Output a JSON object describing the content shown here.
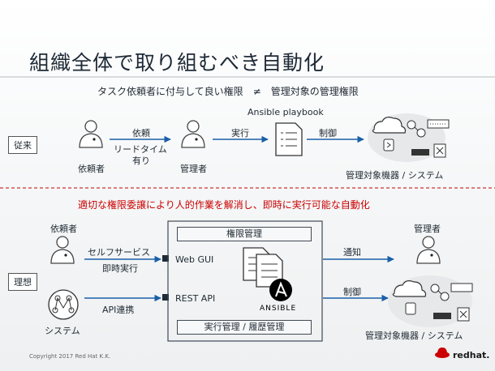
{
  "slide": {
    "title": "組織全体で取り組むべき自動化",
    "subtitle": "タスク依頼者に付与して良い権限　≠　管理対象の管理権限",
    "red_heading": "適切な権限委譲により人的作業を解消し、即時に実行可能な自動化",
    "copyright": "Copyright 2017 Red Hat K.K.",
    "logo_text": "redhat."
  },
  "before": {
    "tag": "従来",
    "requester_label": "依頼者",
    "admin_label": "管理者",
    "request_label": "依頼",
    "leadtime_label": "リードタイム",
    "leadtime_label2": "有り",
    "execute_label": "実行",
    "playbook_label": "Ansible playbook",
    "control_label": "制御",
    "targets_label": "管理対象機器 / システム"
  },
  "after": {
    "tag": "理想",
    "requester_label": "依頼者",
    "system_label": "システム",
    "selfservice_label": "セルフサービス",
    "instant_label": "即時実行",
    "api_link_label": "API連携",
    "webgui_label": "Web GUI",
    "restapi_label": "REST API",
    "auth_box_label": "権限管理",
    "history_box_label": "実行管理 / 履歴管理",
    "ansible_label": "ANSIBLE",
    "notify_label": "通知",
    "control_label": "制御",
    "admin_label": "管理者",
    "targets_label": "管理対象機器 / システム"
  },
  "colors": {
    "accent_red": "#cc0000",
    "line": "#1a5fa8",
    "dashed": "#cc3333"
  },
  "icons": [
    "person-icon",
    "document-icon",
    "cloud-icon",
    "server-icon",
    "storage-icon",
    "network-icon",
    "ansible-logo-icon",
    "system-workflow-icon",
    "redhat-logo-icon"
  ]
}
